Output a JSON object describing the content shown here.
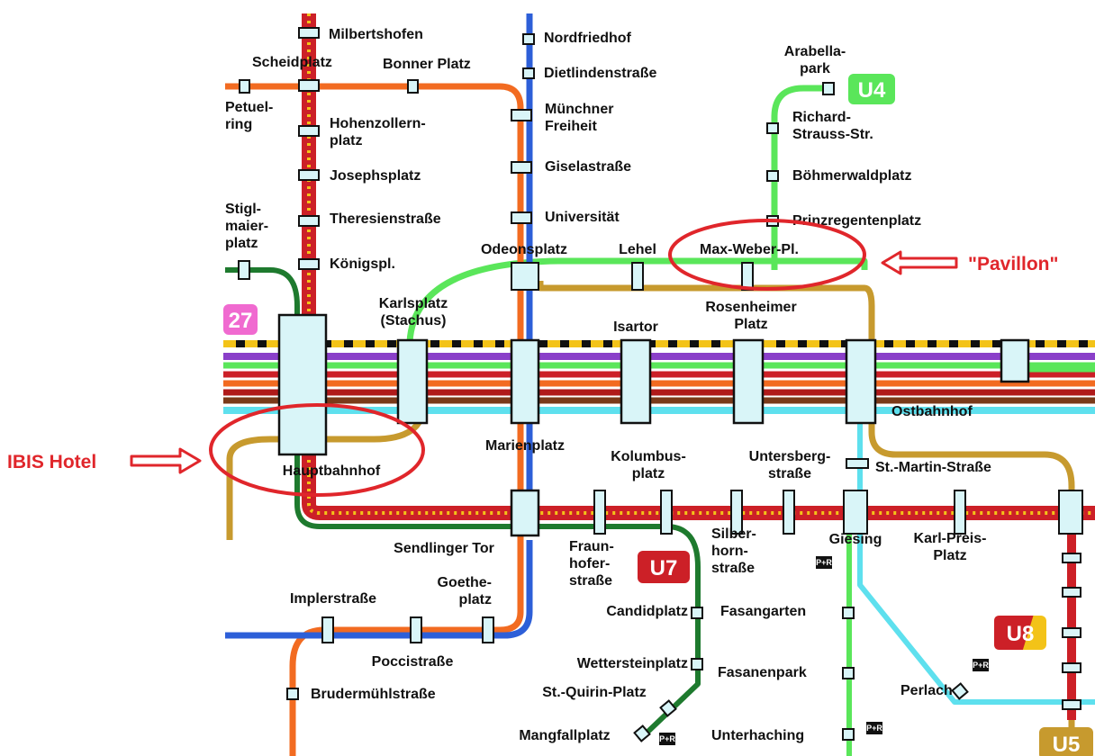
{
  "colors": {
    "u1": "#1e7a2e",
    "u2": "#cc2027",
    "u3": "#f26b21",
    "u4": "#5ae65a",
    "u5": "#c79a2e",
    "u6": "#2d5fd8",
    "u7": "#1e7a2e",
    "u8": "#cc2027",
    "sbahn_yellow": "#f3c318",
    "purple": "#8a3fc9",
    "cyan": "#5ee0ee",
    "station_fill": "#d9f5f8",
    "annotation": "#e0262b",
    "badge_pink": "#f06ad0"
  },
  "badges": {
    "u4": "U4",
    "u7": "U7",
    "u8": "U8",
    "u5": "U5",
    "s27": "27"
  },
  "annotations": {
    "pavillon": "\"Pavillon\"",
    "ibis": "IBIS Hotel"
  },
  "pr_symbol": "P+R",
  "stations": {
    "milbertshofen": [
      "Milbertshofen"
    ],
    "nordfriedhof": [
      "Nordfriedhof"
    ],
    "arabellapark": [
      "Arabella-",
      "park"
    ],
    "scheidplatz": [
      "Scheidplatz"
    ],
    "bonner_platz": [
      "Bonner Platz"
    ],
    "dietlindenstrasse": [
      "Dietlindenstraße"
    ],
    "petuelring": [
      "Petuel-",
      "ring"
    ],
    "hohenzollernplatz": [
      "Hohenzollern-",
      "platz"
    ],
    "muenchner_freiheit": [
      "Münchner",
      "Freiheit"
    ],
    "richard_strauss": [
      "Richard-",
      "Strauss-Str."
    ],
    "josephsplatz": [
      "Josephsplatz"
    ],
    "giselastrasse": [
      "Giselastraße"
    ],
    "boehmerwaldplatz": [
      "Böhmerwaldplatz"
    ],
    "stiglmaierplatz": [
      "Stigl-",
      "maier-",
      "platz"
    ],
    "theresienstrasse": [
      "Theresienstraße"
    ],
    "universitaet": [
      "Universität"
    ],
    "prinzregentenplatz": [
      "Prinzregentenplatz"
    ],
    "koenigsplatz": [
      "Königspl."
    ],
    "odeonsplatz": [
      "Odeonsplatz"
    ],
    "lehel": [
      "Lehel"
    ],
    "max_weber_platz": [
      "Max-Weber-Pl."
    ],
    "karlsplatz": [
      "Karlsplatz",
      "(Stachus)"
    ],
    "isartor": [
      "Isartor"
    ],
    "rosenheimer_platz": [
      "Rosenheimer",
      "Platz"
    ],
    "ostbahnhof": [
      "Ostbahnhof"
    ],
    "marienplatz": [
      "Marienplatz"
    ],
    "hauptbahnhof": [
      "Hauptbahnhof"
    ],
    "kolumbusplatz": [
      "Kolumbus-",
      "platz"
    ],
    "untersbergstrasse": [
      "Untersberg-",
      "straße"
    ],
    "st_martin_strasse": [
      "St.-Martin-Straße"
    ],
    "sendlinger_tor": [
      "Sendlinger Tor"
    ],
    "fraunhoferstrasse": [
      "Fraun-",
      "hofer-",
      "straße"
    ],
    "silberhornstrasse": [
      "Silber-",
      "horn-",
      "straße"
    ],
    "giesing": [
      "Giesing"
    ],
    "karl_preis_platz": [
      "Karl-Preis-",
      "Platz"
    ],
    "goetheplatz": [
      "Goethe-",
      "platz"
    ],
    "implerstrasse": [
      "Implerstraße"
    ],
    "candidplatz": [
      "Candidplatz"
    ],
    "fasangarten": [
      "Fasangarten"
    ],
    "poccistrasse": [
      "Poccistraße"
    ],
    "wettersteinplatz": [
      "Wettersteinplatz"
    ],
    "fasanenpark": [
      "Fasanenpark"
    ],
    "st_quirin_platz": [
      "St.-Quirin-Platz"
    ],
    "perlach": [
      "Perlach"
    ],
    "brudermuehlstrasse": [
      "Brudermühlstraße"
    ],
    "mangfallplatz": [
      "Mangfallplatz"
    ],
    "unterhaching": [
      "Unterhaching"
    ]
  }
}
